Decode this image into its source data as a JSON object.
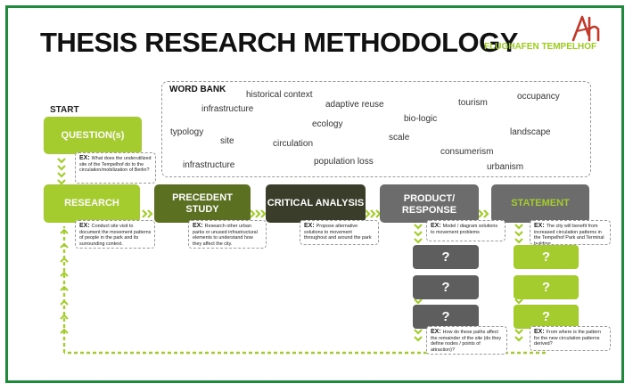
{
  "title": "THESIS RESEARCH METHODOLOGY",
  "subtitle": "FLUGHAFEN TEMPELHOF",
  "logo_text": "Ah",
  "word_bank": {
    "title": "WORD BANK",
    "words": [
      "historical context",
      "adaptive reuse",
      "tourism",
      "occupancy",
      "infrastructure",
      "ecology",
      "bio-logic",
      "typology",
      "site",
      "circulation",
      "scale",
      "landscape",
      "consumerism",
      "population loss",
      "infrastructure",
      "urbanism"
    ]
  },
  "start_label": "START",
  "steps": {
    "question": "QUESTION(s)",
    "research": "RESEARCH",
    "precedent": "PRECEDENT STUDY",
    "critical": "CRITICAL ANALYSIS",
    "product": "PRODUCT/ RESPONSE",
    "statement": "STATEMENT"
  },
  "ex_label": "EX:",
  "examples": {
    "question": "What does the underutilized site of the Tempelhof do to the circulation/mobilization of Berlin?",
    "research": "Conduct site visit to document the movement patterns of people in the park and its surrounding context.",
    "precedent": "Research other urban parks or unused infrastructural elements to understand how they affect the city.",
    "critical": "Propose alternative solutions to movement throughout and around the park",
    "product": "Model / diagram solutions to movement problems",
    "statement": "The city will benefit from increased circulation patterns in the Tempelhof Park and Terminal building.",
    "product_bottom": "How do these paths affect the remainder of the site (do they define nodes / points of attraction)?",
    "statement_bottom": "From where is the pattern for the new circulation patterns derived?"
  },
  "question_mark": "?",
  "colors": {
    "frame": "#1f8a3c",
    "green": "#a4cc2e",
    "dark_green": "#5b7020",
    "dark": "#3a3d2a",
    "gray": "#6c6c6c",
    "logo": "#c0392b"
  }
}
